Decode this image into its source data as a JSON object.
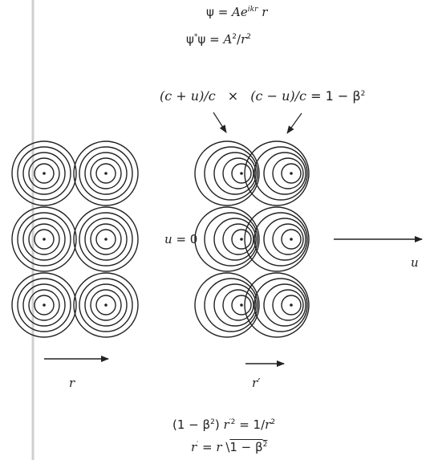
{
  "equations": {
    "psi": {
      "lhs": "ψ",
      "eq": "=",
      "coef": "A",
      "base": "e",
      "exponent": "ikr",
      "denom": "r"
    },
    "psi_sq": {
      "lhs": "ψ",
      "lhs_sup": "*",
      "lhs2": "ψ",
      "eq": "=",
      "num": "A",
      "num_exp": "2",
      "slash": "/",
      "den": "r",
      "den_exp": "2"
    },
    "doppler": {
      "t1": "(c + u)/c",
      "times": "×",
      "t2": "(c − u)/c",
      "eq": "=",
      "rhs_one": "1",
      "minus": "−",
      "beta": "β",
      "beta_exp": "2"
    },
    "energy": {
      "open": "(1 − β",
      "open_exp": "2",
      "close": ")",
      "r": "r",
      "r_prime": "′",
      "r_exp": "2",
      "eq": "=",
      "one": "1/",
      "r2": "r",
      "r2_exp": "2"
    },
    "contraction": {
      "lhs": "r",
      "lhs_prime": "′",
      "eq": "=",
      "r": "r",
      "root": "\\",
      "under": "1 − β",
      "under_exp": "2"
    }
  },
  "labels": {
    "u_zero": {
      "var": "u",
      "eq": "= 0"
    },
    "u": "u",
    "r": "r",
    "r_prime": "r′"
  },
  "colors": {
    "ink": "#222222",
    "sidebar": "#cfcfcf",
    "background": "#ffffff"
  },
  "icons": {
    "arrow": "arrow-right-icon",
    "pointer": "pointer-arrow-icon"
  }
}
